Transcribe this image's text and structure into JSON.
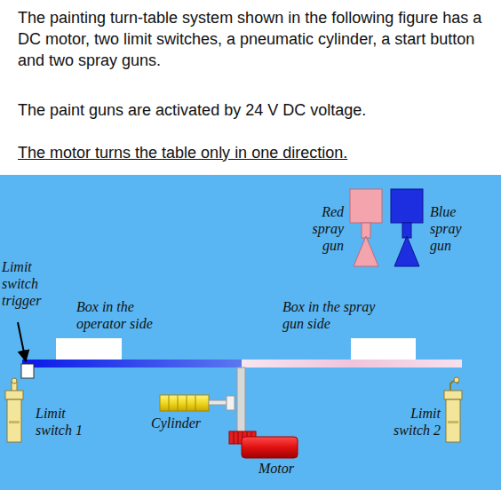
{
  "diagram": {
    "labels": [
      "The painting turn-table system shown in the following figure has a DC motor, two limit switches, a pneumatic cylinder, a start button and two spray guns.",
      "The paint guns are activated by 24 V DC voltage.",
      "The motor turns the table only in one direction.",
      "Red spray gun",
      "Blue spray gun",
      "Limit switch trigger",
      "Box in the operator side",
      "Box in the spray gun side",
      "Limit switch 1",
      "Cylinder",
      "Limit switch 2",
      "Motor"
    ]
  }
}
